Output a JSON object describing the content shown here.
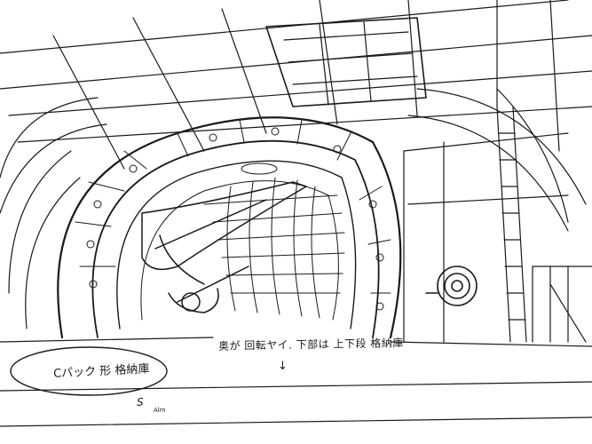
{
  "drawing": {
    "subject": "hangar-interior-sketch",
    "ink_color": "#1a1a1a",
    "paper_color": "#ffffff"
  },
  "annotations": {
    "main_note": "奥が 回転ヤイ. 下部は 上下段 格納庫",
    "arrow": "↓",
    "caption": "Cパック 形 格納庫",
    "signature": "S",
    "scene_mark": "Alm"
  }
}
